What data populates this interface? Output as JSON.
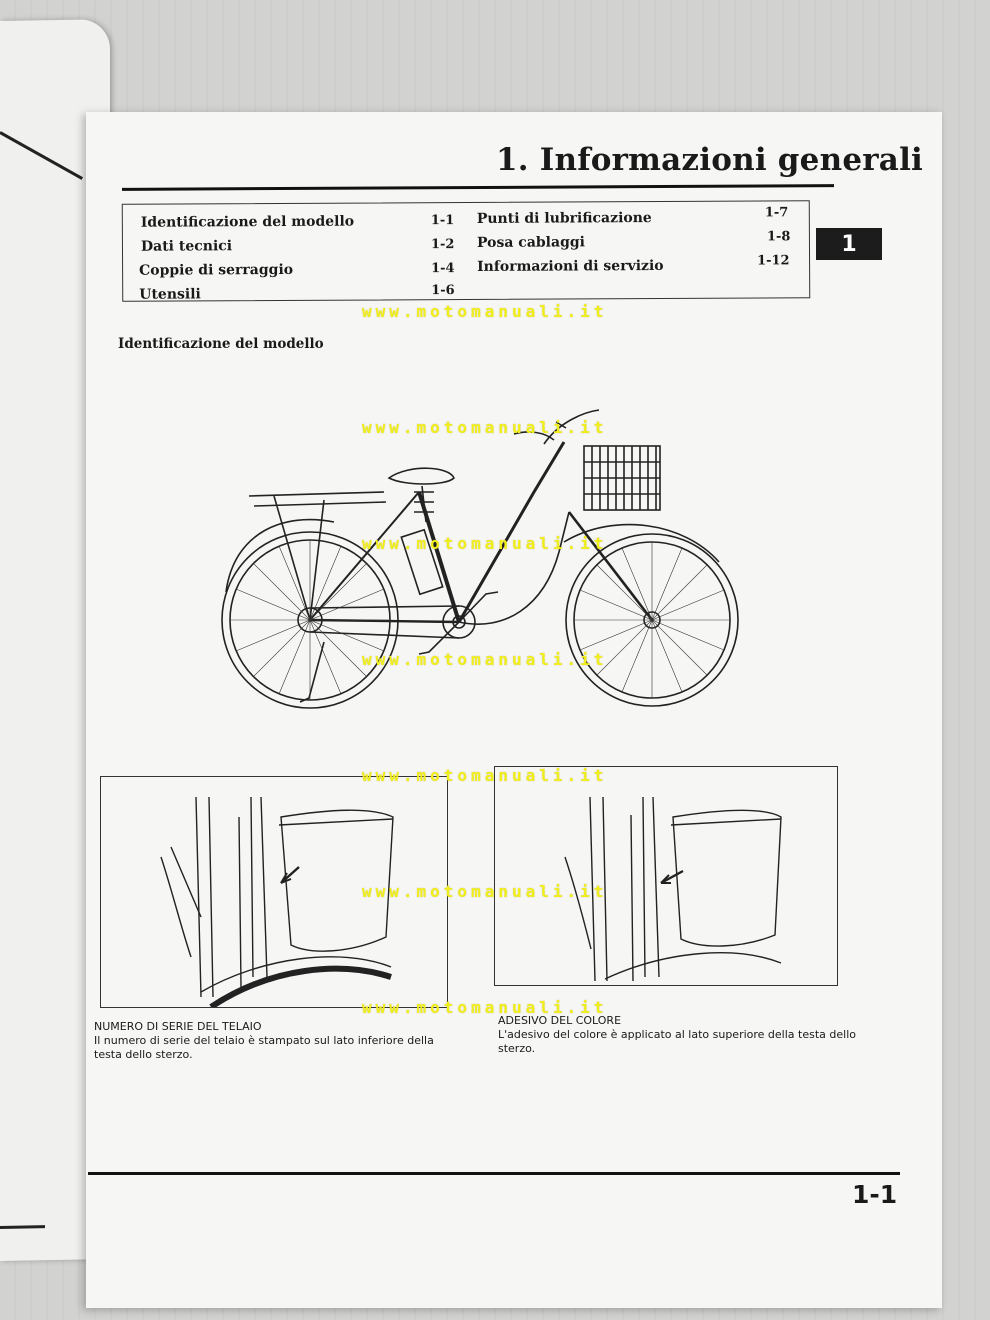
{
  "header": {
    "title": "1. Informazioni generali",
    "chapter_tab": "1"
  },
  "toc": {
    "left": [
      {
        "label": "Identificazione del modello",
        "page": "1-1"
      },
      {
        "label": "Dati tecnici",
        "page": "1-2"
      },
      {
        "label": "Coppie di serraggio",
        "page": "1-4"
      },
      {
        "label": "Utensili",
        "page": "1-6"
      }
    ],
    "right": [
      {
        "label": "Punti di lubrificazione",
        "page": "1-7"
      },
      {
        "label": "Posa cablaggi",
        "page": "1-8"
      },
      {
        "label": "Informazioni di servizio",
        "page": "1-12"
      }
    ]
  },
  "watermark": "www.motomanuali.it",
  "section": {
    "heading": "Identificazione del modello"
  },
  "figures": {
    "left": {
      "title": "NUMERO DI SERIE DEL TELAIO",
      "text": "Il numero di serie del telaio è stampato sul lato inferiore della testa dello sterzo."
    },
    "right": {
      "title": "ADESIVO DEL COLORE",
      "text": "L'adesivo del colore è applicato al lato superiore della testa dello sterzo."
    }
  },
  "footer": {
    "page_number": "1-1"
  }
}
